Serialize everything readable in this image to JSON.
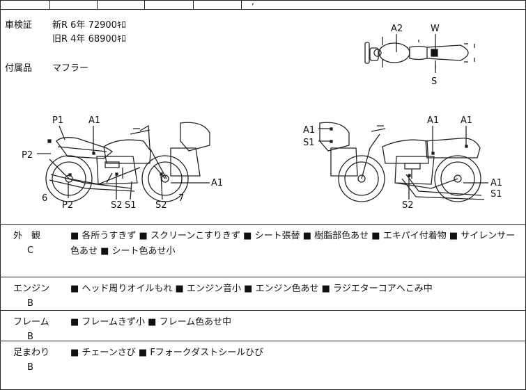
{
  "top_row": {
    "partial_text": ","
  },
  "info": {
    "inspection_label": "車検証",
    "new_line": "新R 6年 72900ｷﾛ",
    "old_line": "旧R 4年 68900ｷﾛ",
    "accessory_label": "付属品",
    "accessory_value": "マフラー"
  },
  "top_view_labels": [
    "A2",
    "W",
    "S"
  ],
  "left_bike_labels": [
    "P1",
    "A1",
    "P2",
    "6",
    "P2",
    "S2",
    "S1",
    "S2",
    "7",
    "A1"
  ],
  "right_bike_labels": [
    "A1",
    "S1",
    "A1",
    "A1",
    "A1",
    "S1",
    "S2"
  ],
  "sections": [
    {
      "label": "外　観",
      "grade": "C",
      "text": "■ 各所うすきず ■ スクリーンこすりきず ■ シート張替 ■ 樹脂部色あせ ■ エキパイ付着物 ■ サイレンサー色あせ ■ シート色あせ小"
    },
    {
      "label": "エンジン",
      "grade": "B",
      "text": "■ ヘッド周りオイルもれ ■ エンジン音小 ■ エンジン色あせ ■ ラジエターコアへこみ中"
    },
    {
      "label": "フレーム",
      "grade": "B",
      "text": "■ フレームきず小 ■ フレーム色あせ中"
    },
    {
      "label": "足まわり",
      "grade": "B",
      "text": "■ チェーンさび ■ Fフォークダストシールひび"
    }
  ]
}
